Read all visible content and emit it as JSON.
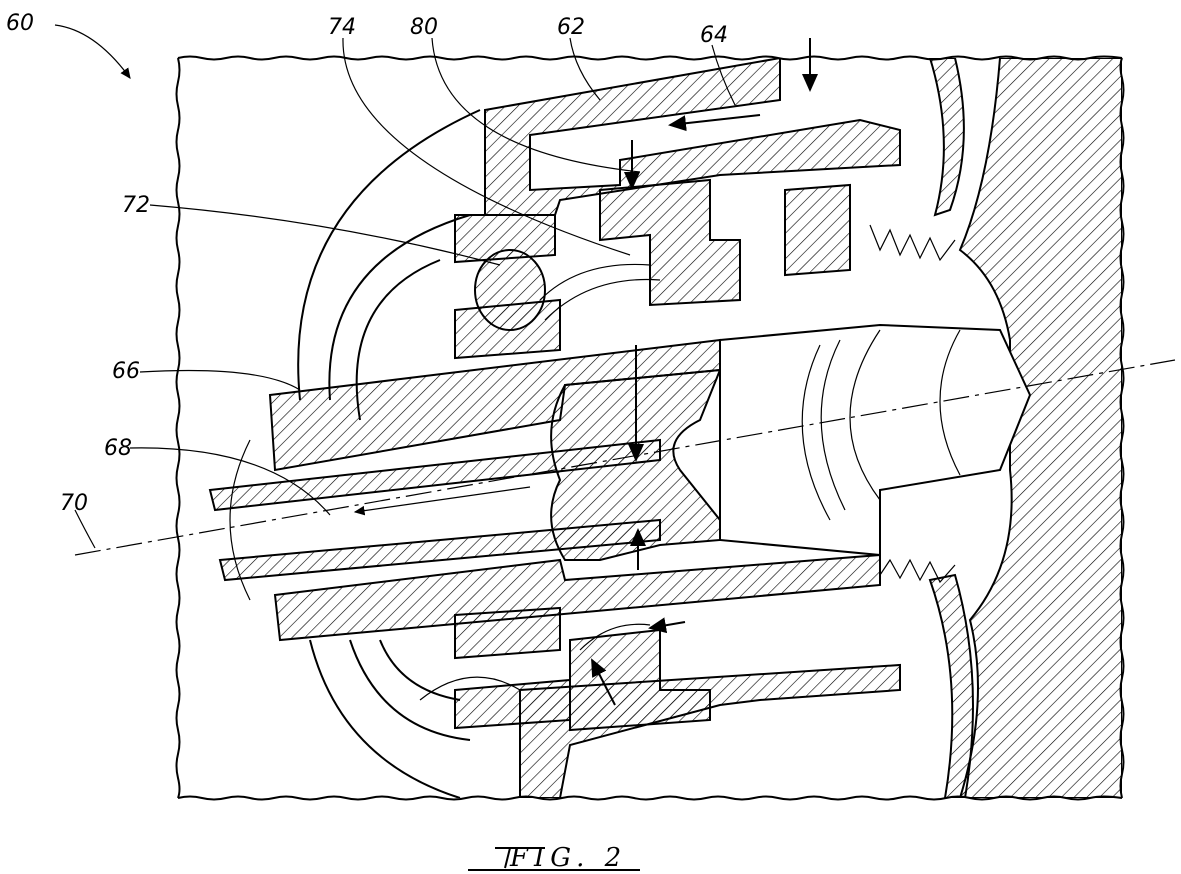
{
  "figure": {
    "caption": "FIG. 2"
  },
  "reference_numerals": [
    {
      "id": "60",
      "label": "60"
    },
    {
      "id": "62",
      "label": "62"
    },
    {
      "id": "64",
      "label": "64"
    },
    {
      "id": "66",
      "label": "66"
    },
    {
      "id": "68",
      "label": "68"
    },
    {
      "id": "70",
      "label": "70"
    },
    {
      "id": "72",
      "label": "72"
    },
    {
      "id": "74",
      "label": "74"
    },
    {
      "id": "80",
      "label": "80"
    }
  ]
}
